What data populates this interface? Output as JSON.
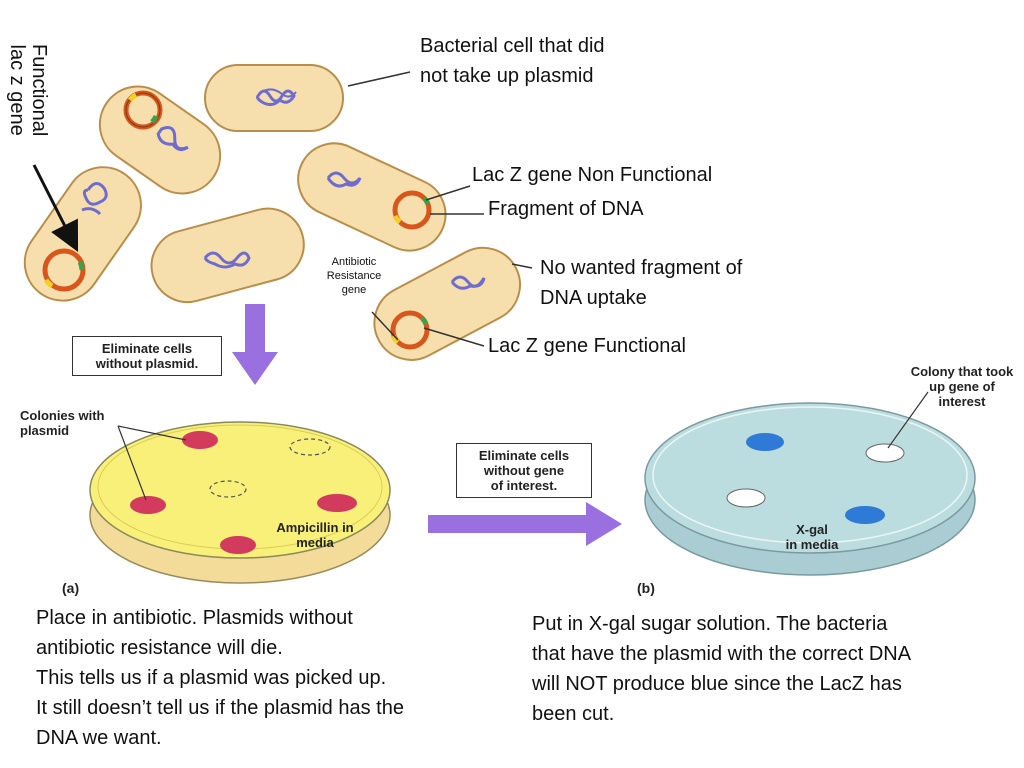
{
  "labels": {
    "functional_lacz": [
      "Functional",
      "lac z gene"
    ],
    "no_plasmid": [
      "Bacterial cell that did",
      "not take up plasmid"
    ],
    "lacz_nonfunctional": "Lac Z gene Non Functional",
    "fragment_dna": "Fragment of DNA",
    "no_wanted": [
      "No wanted fragment of",
      "DNA uptake"
    ],
    "lacz_functional": "Lac Z gene Functional",
    "antibiotic_gene": [
      "Antibiotic",
      "Resistance",
      "gene"
    ]
  },
  "figure": {
    "eliminate_plasmid": [
      "Eliminate cells",
      "without plasmid."
    ],
    "colonies_with_plasmid": [
      "Colonies with",
      "plasmid"
    ],
    "ampicillin": [
      "Ampicillin in",
      "media"
    ],
    "panel_a": "(a)",
    "eliminate_gene": [
      "Eliminate cells",
      "without gene",
      "of interest."
    ],
    "colony_gene": [
      "Colony that took",
      "up gene of",
      "interest"
    ],
    "xgal": [
      "X-gal",
      "in media"
    ],
    "panel_b": "(b)"
  },
  "captions": {
    "left": [
      "Place in antibiotic.  Plasmids without",
      "antibiotic resistance will die.",
      "This tells us if a plasmid was picked up.",
      "It still doesn’t tell us if the plasmid has the",
      "DNA we want."
    ],
    "right": [
      "Put in X-gal sugar solution.  The bacteria",
      "that have the plasmid with the correct DNA",
      "will NOT produce blue since the LacZ has",
      "been cut."
    ]
  },
  "colors": {
    "cell_fill": "#f6dfad",
    "cell_stroke": "#b98e4a",
    "dna": "#6f6ccf",
    "plasmid_ring": "#d8561c",
    "arrow": "#9a6fe0",
    "plate_a_media": "#f9f07a",
    "plate_a_base": "#f3dc9a",
    "red_colony": "#d23a5e",
    "plate_b_media": "#bcdde0",
    "plate_b_base": "#a9cdd3",
    "blue_colony": "#2f7ad6",
    "white_colony": "#ffffff"
  }
}
